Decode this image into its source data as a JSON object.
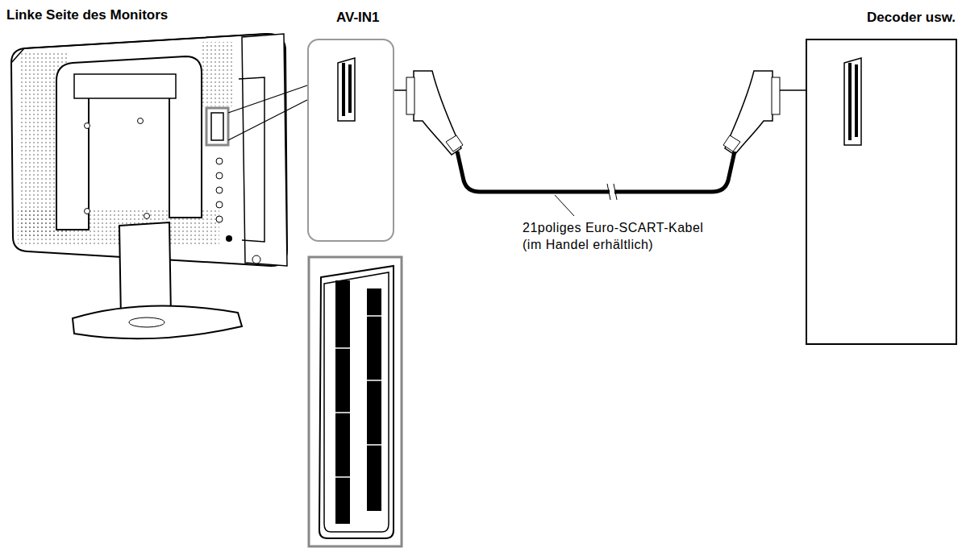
{
  "diagram": {
    "nodes": [
      {
        "text": [
          "AV-IN1"
        ]
      },
      {
        "text": [
          "Decoder usw."
        ]
      }
    ],
    "edges": [
      {
        "from": 0,
        "to": 1,
        "arrow": "none"
      }
    ],
    "labels": [
      "Linke Seite des Monitors",
      "21poliges Euro-SCART-Kabel (im Handel erhältlich)"
    ]
  }
}
